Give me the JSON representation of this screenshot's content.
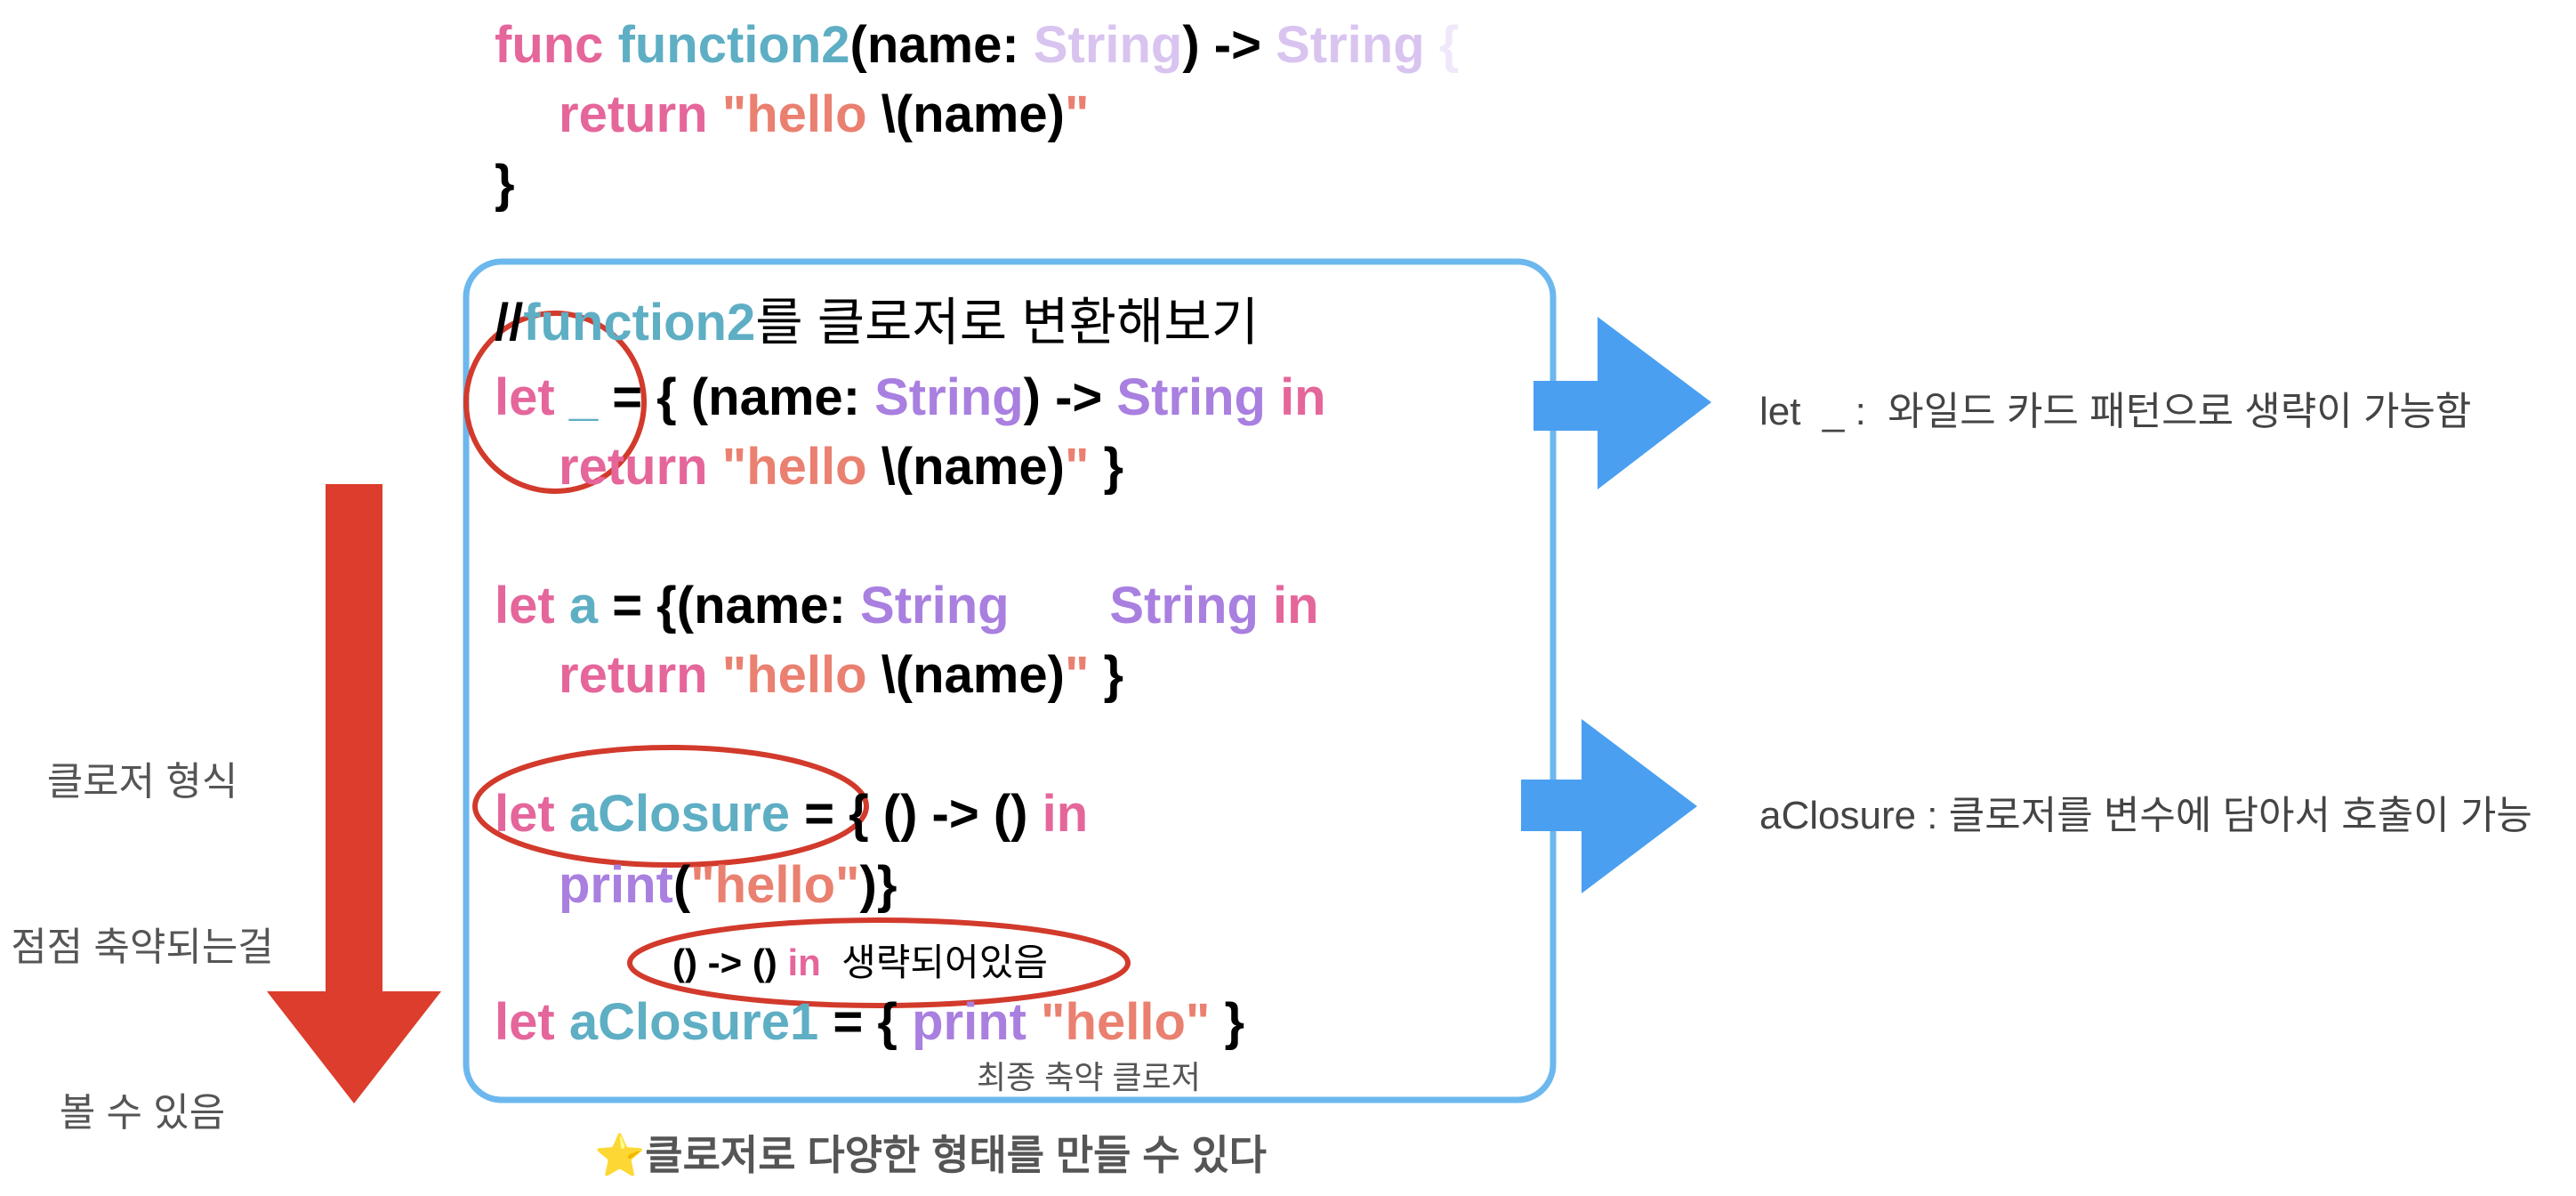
{
  "top_func": {
    "line1": {
      "kw": "func",
      "name": "function2",
      "open": "(name: ",
      "type1": "String",
      "mid": ") -> ",
      "type2": "String",
      "brace": " {"
    },
    "line2": {
      "kw": "return",
      "str_open": "\"hello ",
      "interp": "\\(name)",
      "str_close": "\""
    },
    "line3": "}"
  },
  "box": {
    "comment": {
      "slashes": "//",
      "fname": "function2",
      "rest": "를 클로저로 변환해보기"
    },
    "ex1": {
      "let": "let",
      "name": "_",
      "assign": " = { (name: ",
      "type1": "String",
      "arrow": ") -> ",
      "type2": "String",
      "in": " in",
      "ret": "return",
      "str_open": "\"hello ",
      "interp": "\\(name)",
      "str_close": "\"",
      "close": " }"
    },
    "ex2": {
      "let": "let",
      "name": "a",
      "assign": " = {(name: ",
      "type1": "String",
      "gap": "       ",
      "type2": "String",
      "in": " in",
      "ret": "return",
      "str_open": "\"hello ",
      "interp": "\\(name)",
      "str_close": "\"",
      "close": " }"
    },
    "ex3": {
      "let": "let",
      "name": "aClosure",
      "assign": " = { () -> () ",
      "in": "in",
      "print": "print",
      "paren": "(",
      "str": "\"hello\"",
      "close": ")}"
    },
    "omitted": {
      "sig": "() -> () ",
      "in": "in",
      "text": "  생략되어있음"
    },
    "ex4": {
      "let": "let",
      "name": "aClosure1",
      "assign": " = { ",
      "print": "print",
      "str": " \"hello\"",
      "close": " }"
    },
    "final_caption": "최종 축약 클로저"
  },
  "right_notes": {
    "note1": "let  _ :  와일드 카드 패턴으로 생략이 가능함",
    "note2": "aClosure : 클로저를 변수에 담아서 호출이 가능"
  },
  "left_caption": [
    "클로저 형식",
    "점점 축약되는걸",
    "볼 수 있음"
  ],
  "bottom_caption": "⭐클로저로 다양한 형태를 만들 수 있다",
  "colors": {
    "keyword": "#e5669b",
    "function": "#5eaec4",
    "type": "#a97fe0",
    "string": "#ea8070",
    "box_border": "#6cb8ee",
    "blue_arrow": "#4a9ff0",
    "red_arrow": "#dc3d2c",
    "ellipse": "#d23a2c"
  }
}
